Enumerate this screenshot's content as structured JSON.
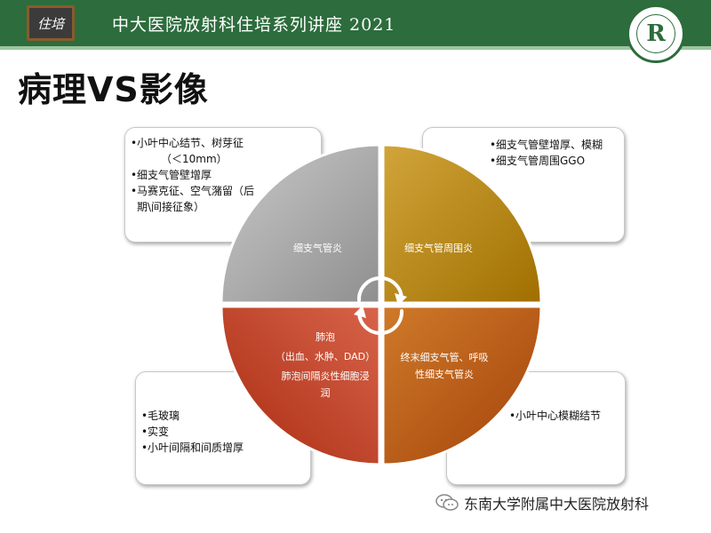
{
  "header": {
    "logo_text": "住培",
    "title": "中大医院放射科住培系列讲座 2021",
    "emblem_text": "R"
  },
  "slide": {
    "title": "病理VS影像"
  },
  "callouts": {
    "top_left": [
      "小叶中心结节、树芽征",
      "（＜10mm）",
      "细支气管壁增厚",
      "马赛克征、空气潴留（后",
      "期\\间接征象）"
    ],
    "top_right": [
      "细支气管壁增厚、模糊",
      "细支气管周围GGO"
    ],
    "bottom_left": [
      "毛玻璃",
      "实变",
      "小叶间隔和间质增厚"
    ],
    "bottom_right": [
      "小叶中心模糊结节"
    ]
  },
  "pie": {
    "top_left_label": "细支气管炎",
    "top_right_label": "细支气管周围炎",
    "bottom_left_label_1": "肺泡",
    "bottom_left_label_2": "（出血、水肿、DAD）",
    "bottom_left_label_3": "肺泡间隔炎性细胞浸",
    "bottom_left_label_4": "润",
    "bottom_right_label_1": "终末细支气管、呼吸",
    "bottom_right_label_2": "性细支气管炎"
  },
  "colors": {
    "header_green": "#2d6c3c",
    "quadrant_gray": "#a9a9a9",
    "quadrant_gold": "#b8860b",
    "quadrant_red": "#c0391b",
    "quadrant_orange": "#c8601a"
  },
  "footer": {
    "watermark_icon": "wechat-icon",
    "watermark": "东南大学附属中大医院放射科"
  }
}
